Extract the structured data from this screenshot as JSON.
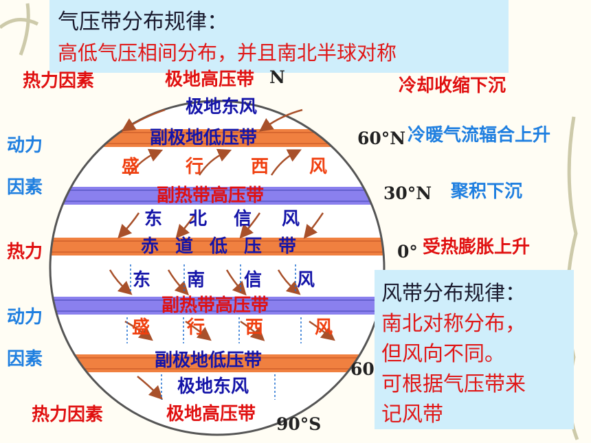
{
  "title": {
    "line1": "气压带分布规律：",
    "line2": "高低气压相间分布，并且南北半球对称"
  },
  "belts": {
    "polar_high_north": "极地高压带",
    "polar_east_north": "极地东风",
    "subpolar_low_north": "副极地低压带",
    "westerly_north": [
      "盛",
      "行",
      "西",
      "风"
    ],
    "subtropical_high_north": "副热带高压带",
    "ne_trade": [
      "东",
      "北",
      "信",
      "风"
    ],
    "equatorial_low": [
      "赤",
      "道",
      "低",
      "压",
      "带"
    ],
    "se_trade": [
      "东",
      "南",
      "信",
      "风"
    ],
    "subtropical_high_south": "副热带高压带",
    "westerly_south": [
      "盛",
      "行",
      "西",
      "风"
    ],
    "subpolar_low_south": "副极地低压带",
    "polar_east_south": "极地东风",
    "polar_high_south": "极地高压带"
  },
  "latitudes": {
    "north_pole_partial": "N",
    "n60": "60°N",
    "n30": "30°N",
    "eq": "0°",
    "s60_partial": "60",
    "s90": "90°S"
  },
  "left_labels": {
    "thermal_top": "热力因素",
    "dynamic_1a": "动力",
    "dynamic_1b": "因素",
    "thermal_mid": "热力",
    "dynamic_2a": "动力",
    "dynamic_2b": "因素",
    "thermal_bottom": "热力因素"
  },
  "right_labels": {
    "cool_sink": "冷却收缩下沉",
    "converge_rise": "冷暖气流辐合上升",
    "accumulate_sink": "聚积下沉",
    "heat_rise": "受热膨胀上升"
  },
  "wind_rule": {
    "line1": "风带分布规律：",
    "line2": "南北对称分布，",
    "line3": "但风向不同。",
    "line4": "可根据气压带来",
    "line5": "记风带"
  },
  "colors": {
    "low_pressure_band": "#f08040",
    "high_pressure_band": "#8a80ee",
    "globe_outline": "#555555",
    "arrow": "#a8502a"
  }
}
